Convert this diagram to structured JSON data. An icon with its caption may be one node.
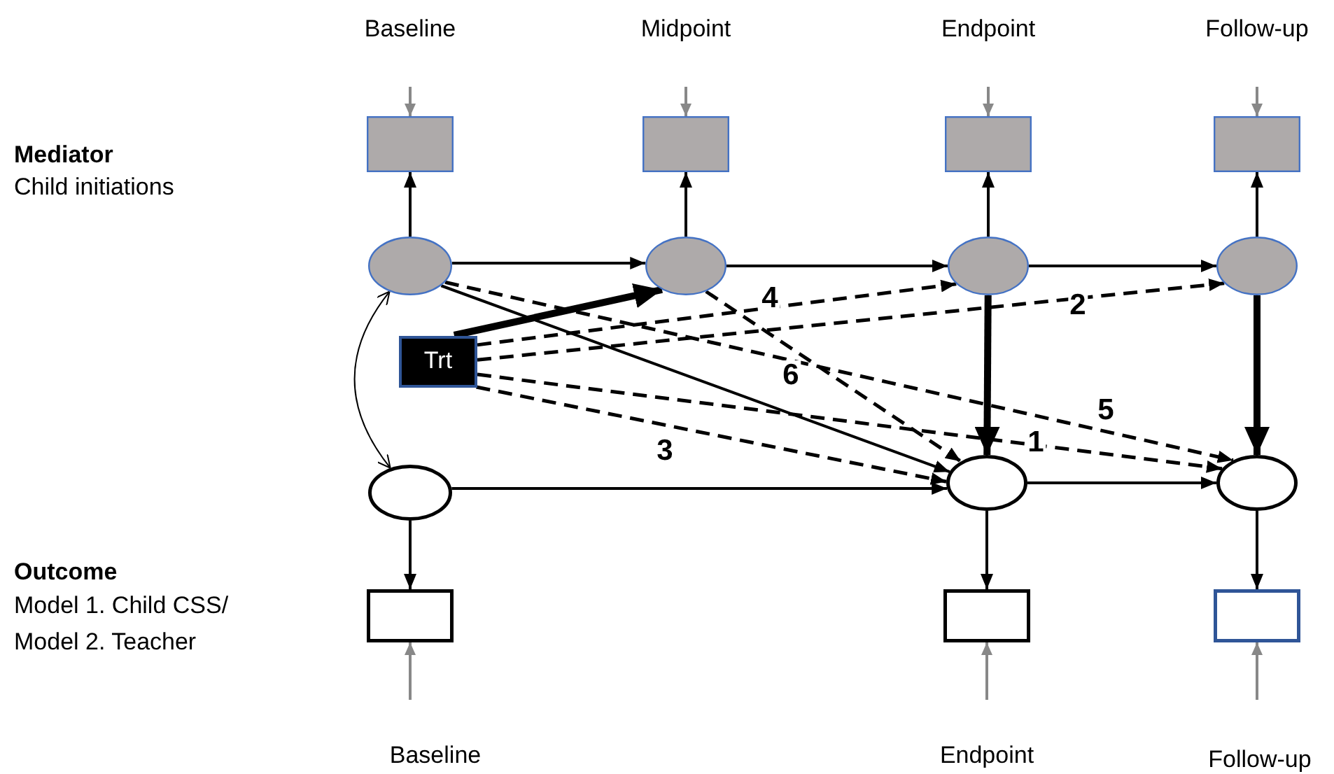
{
  "diagram": {
    "nodes": [
      {
        "text": [],
        "shape": "box"
      },
      {
        "text": [],
        "shape": "box"
      },
      {
        "text": [],
        "shape": "box"
      },
      {
        "text": [],
        "shape": "box"
      },
      {
        "text": [],
        "shape": "ellipse"
      },
      {
        "text": [],
        "shape": "ellipse"
      },
      {
        "text": [],
        "shape": "ellipse"
      },
      {
        "text": [],
        "shape": "ellipse"
      },
      {
        "text": [
          "Trt"
        ]
      },
      {
        "text": [],
        "shape": "ellipse"
      },
      {
        "text": [],
        "shape": "ellipse"
      },
      {
        "text": [],
        "shape": "ellipse"
      },
      {
        "text": [],
        "shape": "box"
      },
      {
        "text": [],
        "shape": "box"
      },
      {
        "text": [],
        "shape": "box"
      }
    ],
    "edges": [
      {
        "from": null,
        "to": 0,
        "arrow": "to",
        "color": "#888888"
      },
      {
        "from": null,
        "to": 1,
        "arrow": "to",
        "color": "#888888"
      },
      {
        "from": null,
        "to": 2,
        "arrow": "to",
        "color": "#888888"
      },
      {
        "from": null,
        "to": 3,
        "arrow": "to",
        "color": "#888888"
      },
      {
        "from": 4,
        "to": 0,
        "arrow": "to"
      },
      {
        "from": 5,
        "to": 1,
        "arrow": "to"
      },
      {
        "from": 6,
        "to": 2,
        "arrow": "to"
      },
      {
        "from": 7,
        "to": 3,
        "arrow": "to"
      },
      {
        "from": 4,
        "to": 5,
        "arrow": "to"
      },
      {
        "from": 5,
        "to": 6,
        "arrow": "to"
      },
      {
        "from": 6,
        "to": 7,
        "arrow": "to"
      },
      {
        "from": 8,
        "to": 5,
        "arrow": "to",
        "style": "thick"
      },
      {
        "from": 4,
        "to": 10,
        "arrow": "to"
      },
      {
        "from": 8,
        "to": 6,
        "arrow": "to",
        "style": "dashed",
        "label": "4"
      },
      {
        "from": 8,
        "to": 7,
        "arrow": "to",
        "style": "dashed",
        "label": "2"
      },
      {
        "from": 4,
        "to": 11,
        "arrow": "to",
        "style": "dashed",
        "label": "5"
      },
      {
        "from": 5,
        "to": 10,
        "arrow": "to",
        "style": "dashed",
        "label": "6"
      },
      {
        "from": 8,
        "to": 10,
        "arrow": "to",
        "style": "dashed",
        "label": "3"
      },
      {
        "from": 8,
        "to": 11,
        "arrow": "to",
        "style": "dashed",
        "label": "1"
      },
      {
        "from": 6,
        "to": 10,
        "arrow": "to",
        "style": "thick"
      },
      {
        "from": 7,
        "to": 11,
        "arrow": "to",
        "style": "thick"
      },
      {
        "from": 4,
        "to": 9,
        "arrow": "both"
      },
      {
        "from": 9,
        "to": 10,
        "arrow": "to"
      },
      {
        "from": 10,
        "to": 11,
        "arrow": "to"
      },
      {
        "from": 9,
        "to": 12,
        "arrow": "to"
      },
      {
        "from": 10,
        "to": 13,
        "arrow": "to"
      },
      {
        "from": 11,
        "to": 14,
        "arrow": "to"
      },
      {
        "from": null,
        "to": 12,
        "arrow": "to",
        "color": "#888888"
      },
      {
        "from": null,
        "to": 13,
        "arrow": "to",
        "color": "#888888"
      },
      {
        "from": null,
        "to": 14,
        "arrow": "to",
        "color": "#888888"
      }
    ],
    "labels": [
      "Baseline",
      "Midpoint",
      "Endpoint",
      "Follow-up",
      "Mediator",
      "Child initiations",
      "Outcome",
      "Model 1. Child CSS/ Model 2. Teacher",
      "Baseline",
      "Endpoint",
      "Follow-up"
    ]
  }
}
